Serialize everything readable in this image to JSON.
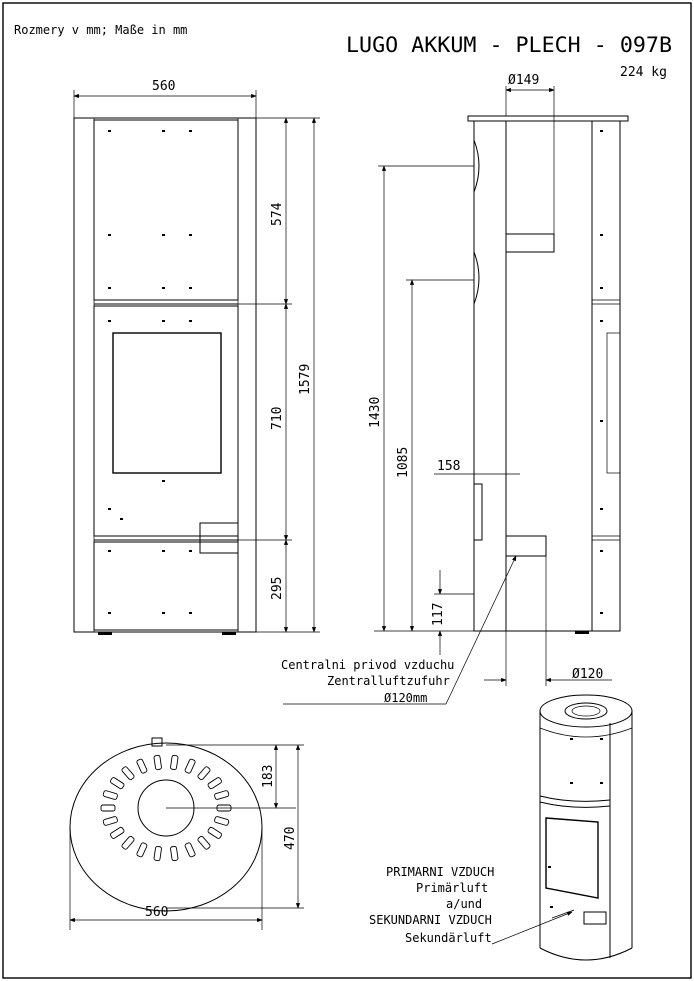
{
  "header": {
    "units_note": "Rozmery v mm; Maße in mm",
    "title": "LUGO AKKUM - PLECH - 097B",
    "weight": "224 kg"
  },
  "front_view": {
    "width": "560",
    "h_top": "574",
    "h_mid": "710",
    "h_bottom": "295",
    "h_total": "1579"
  },
  "side_view": {
    "flue_diameter": "Ø149",
    "h_1430": "1430",
    "h_1085": "1085",
    "offset_158": "158",
    "h_117": "117",
    "air_diameter": "Ø120"
  },
  "top_view": {
    "depth_183": "183",
    "depth_470": "470",
    "width": "560"
  },
  "callouts": {
    "central_air_1": "Centralni privod vzduchu",
    "central_air_2": "Zentralluftzufuhr",
    "central_air_3": "Ø120mm",
    "primary_1": "PRIMARNI VZDUCH",
    "primary_2": "Primärluft",
    "primary_3": "a/und",
    "secondary_1": "SEKUNDARNI VZDUCH",
    "secondary_2": "Sekundärluft"
  }
}
